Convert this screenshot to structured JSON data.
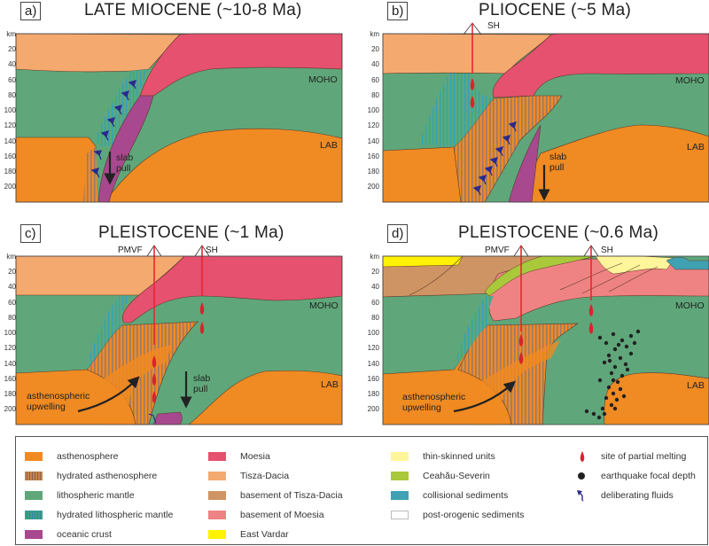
{
  "panels": [
    {
      "id": "a",
      "label": "a)",
      "title": "LATE MIOCENE (~10-8 Ma)",
      "volcano_labels": [],
      "moho_label": "MOHO",
      "lab_label": "LAB",
      "slab_pull": [
        "slab",
        "pull"
      ]
    },
    {
      "id": "b",
      "label": "b)",
      "title": "PLIOCENE (~5 Ma)",
      "volcano_labels": [
        "SH"
      ],
      "moho_label": "MOHO",
      "lab_label": "LAB",
      "slab_pull": [
        "slab",
        "pull"
      ]
    },
    {
      "id": "c",
      "label": "c)",
      "title": "PLEISTOCENE (~1 Ma)",
      "volcano_labels": [
        "PMVF",
        "SH"
      ],
      "moho_label": "MOHO",
      "lab_label": "LAB",
      "slab_pull": [
        "slab",
        "pull"
      ],
      "upwelling": [
        "asthenospheric",
        "upwelling"
      ]
    },
    {
      "id": "d",
      "label": "d)",
      "title": "PLEISTOCENE (~0.6 Ma)",
      "volcano_labels": [
        "PMVF",
        "SH"
      ],
      "moho_label": "MOHO",
      "lab_label": "LAB",
      "upwelling": [
        "asthenospheric",
        "upwelling"
      ]
    }
  ],
  "axis": {
    "unit": "km",
    "ticks": [
      "20",
      "40",
      "60",
      "80",
      "100",
      "120",
      "140",
      "160",
      "180",
      "200"
    ]
  },
  "legend": {
    "col1": [
      {
        "label": "asthenosphere",
        "color": "#f08a22",
        "pattern": "none"
      },
      {
        "label": "hydrated asthenosphere",
        "color": "#c8844a",
        "pattern": "vertical-stripes"
      },
      {
        "label": "lithospheric mantle",
        "color": "#5fa77a",
        "pattern": "none"
      },
      {
        "label": "hydrated lithospheric mantle",
        "color": "#3e9e8a",
        "pattern": "vertical-stripes"
      },
      {
        "label": "oceanic crust",
        "color": "#a8488e",
        "pattern": "none"
      }
    ],
    "col2": [
      {
        "label": "Moesia",
        "color": "#e5516e"
      },
      {
        "label": "Tisza-Dacia",
        "color": "#f4a96e"
      },
      {
        "label": "basement of Tisza-Dacia",
        "color": "#cf9463"
      },
      {
        "label": "basement of Moesia",
        "color": "#ef8383"
      },
      {
        "label": "East Vardar",
        "color": "#fff200"
      }
    ],
    "col3": [
      {
        "label": "thin-skinned units",
        "color": "#fff59a"
      },
      {
        "label": "Ceahău-Severin",
        "color": "#a9c83a"
      },
      {
        "label": "collisional sediments",
        "color": "#3fa1b2"
      },
      {
        "label": "post-orogenic sediments",
        "color": "#ffffff"
      }
    ],
    "col4": [
      {
        "label": "site of partial melting",
        "icon": "melt-drop-icon",
        "color": "#d9232e"
      },
      {
        "label": "earthquake focal depth",
        "icon": "earthquake-dot-icon",
        "color": "#222222"
      },
      {
        "label": "deliberating fluids",
        "icon": "fluid-arrow-icon",
        "color": "#2b2a8c"
      }
    ]
  },
  "colors": {
    "asthenosphere": "#f08a22",
    "lithospheric_mantle": "#5fa77a",
    "tisza_dacia": "#f4a96e",
    "moesia": "#e5516e",
    "oceanic_crust": "#a8488e",
    "basement_tisza": "#cf9463",
    "basement_moesia": "#ef8383",
    "east_vardar": "#fff200",
    "thin_skinned": "#fff59a",
    "ceahau": "#a9c83a",
    "collisional": "#3fa1b2",
    "volcanic_conduit": "#e8262f",
    "fluid": "#2b2a8c"
  }
}
